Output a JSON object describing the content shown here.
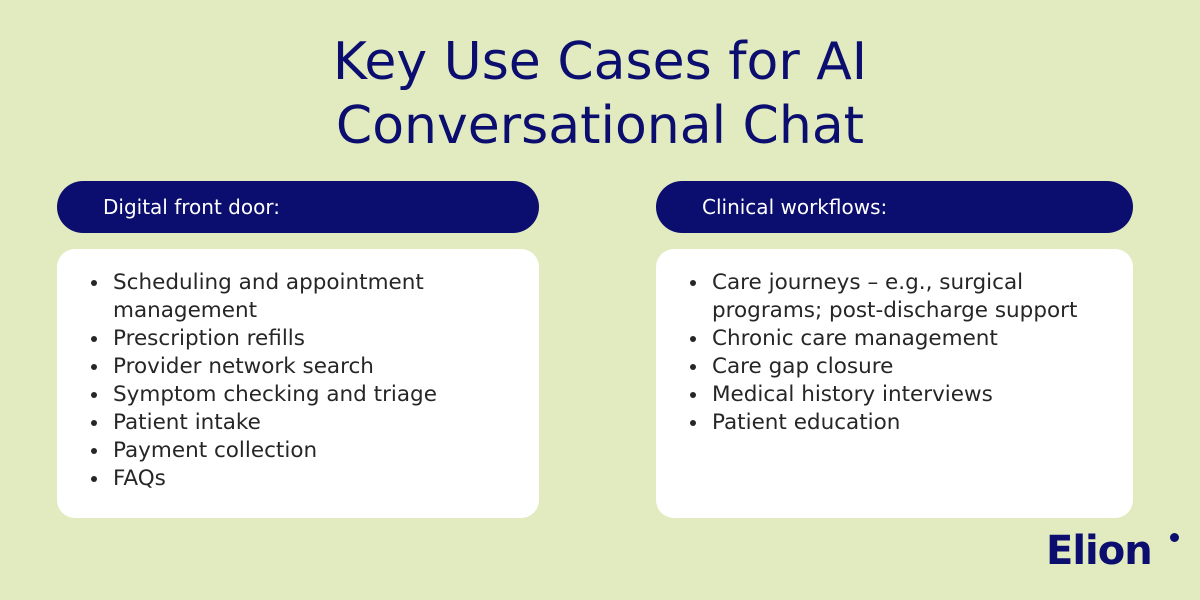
{
  "title": {
    "line1": "Key Use Cases for AI",
    "line2": "Conversational Chat"
  },
  "columns": [
    {
      "heading": "Digital front door:",
      "items": [
        "Scheduling and appointment management",
        "Prescription refills",
        "Provider network search",
        "Symptom checking and triage",
        "Patient intake",
        "Payment collection",
        "FAQs"
      ]
    },
    {
      "heading": "Clinical workflows:",
      "items": [
        "Care journeys – e.g., surgical programs; post-discharge support",
        "Chronic care management",
        "Care gap closure",
        "Medical history interviews",
        "Patient education"
      ]
    }
  ],
  "logo": {
    "text": "Elion"
  },
  "colors": {
    "background": "#e1ebbf",
    "navy": "#0b0e6e",
    "card": "#ffffff",
    "text": "#262626"
  }
}
